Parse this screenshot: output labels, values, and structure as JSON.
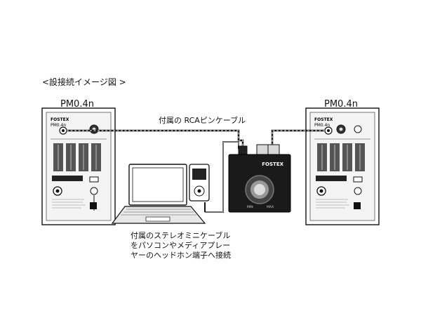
{
  "diagram": {
    "title": "<設接続イメージ図 >",
    "speaker_left": {
      "label": "PM0.4n",
      "brand": "FOSTEX",
      "model": "PM0.4n"
    },
    "speaker_right": {
      "label": "PM0.4n",
      "brand": "FOSTEX",
      "model": "PM0.4n"
    },
    "rca_cable_label": "付属の RCAピンケーブル",
    "stereo_cable_lines": [
      "付属のステレオミニケーブル",
      "をパソコンやメディアプレー",
      "ヤーのヘッドホン端子へ接続"
    ],
    "controller": {
      "brand": "FOSTEX",
      "knob_left": "MIN",
      "knob_right": "MAX"
    },
    "colors": {
      "line": "#111111",
      "panel": "#f2f2f2",
      "controller": "#1a1a1a"
    },
    "icons": [
      "laptop-icon",
      "media-player-icon",
      "controller-icon",
      "speaker-rear-panel-icon"
    ]
  }
}
